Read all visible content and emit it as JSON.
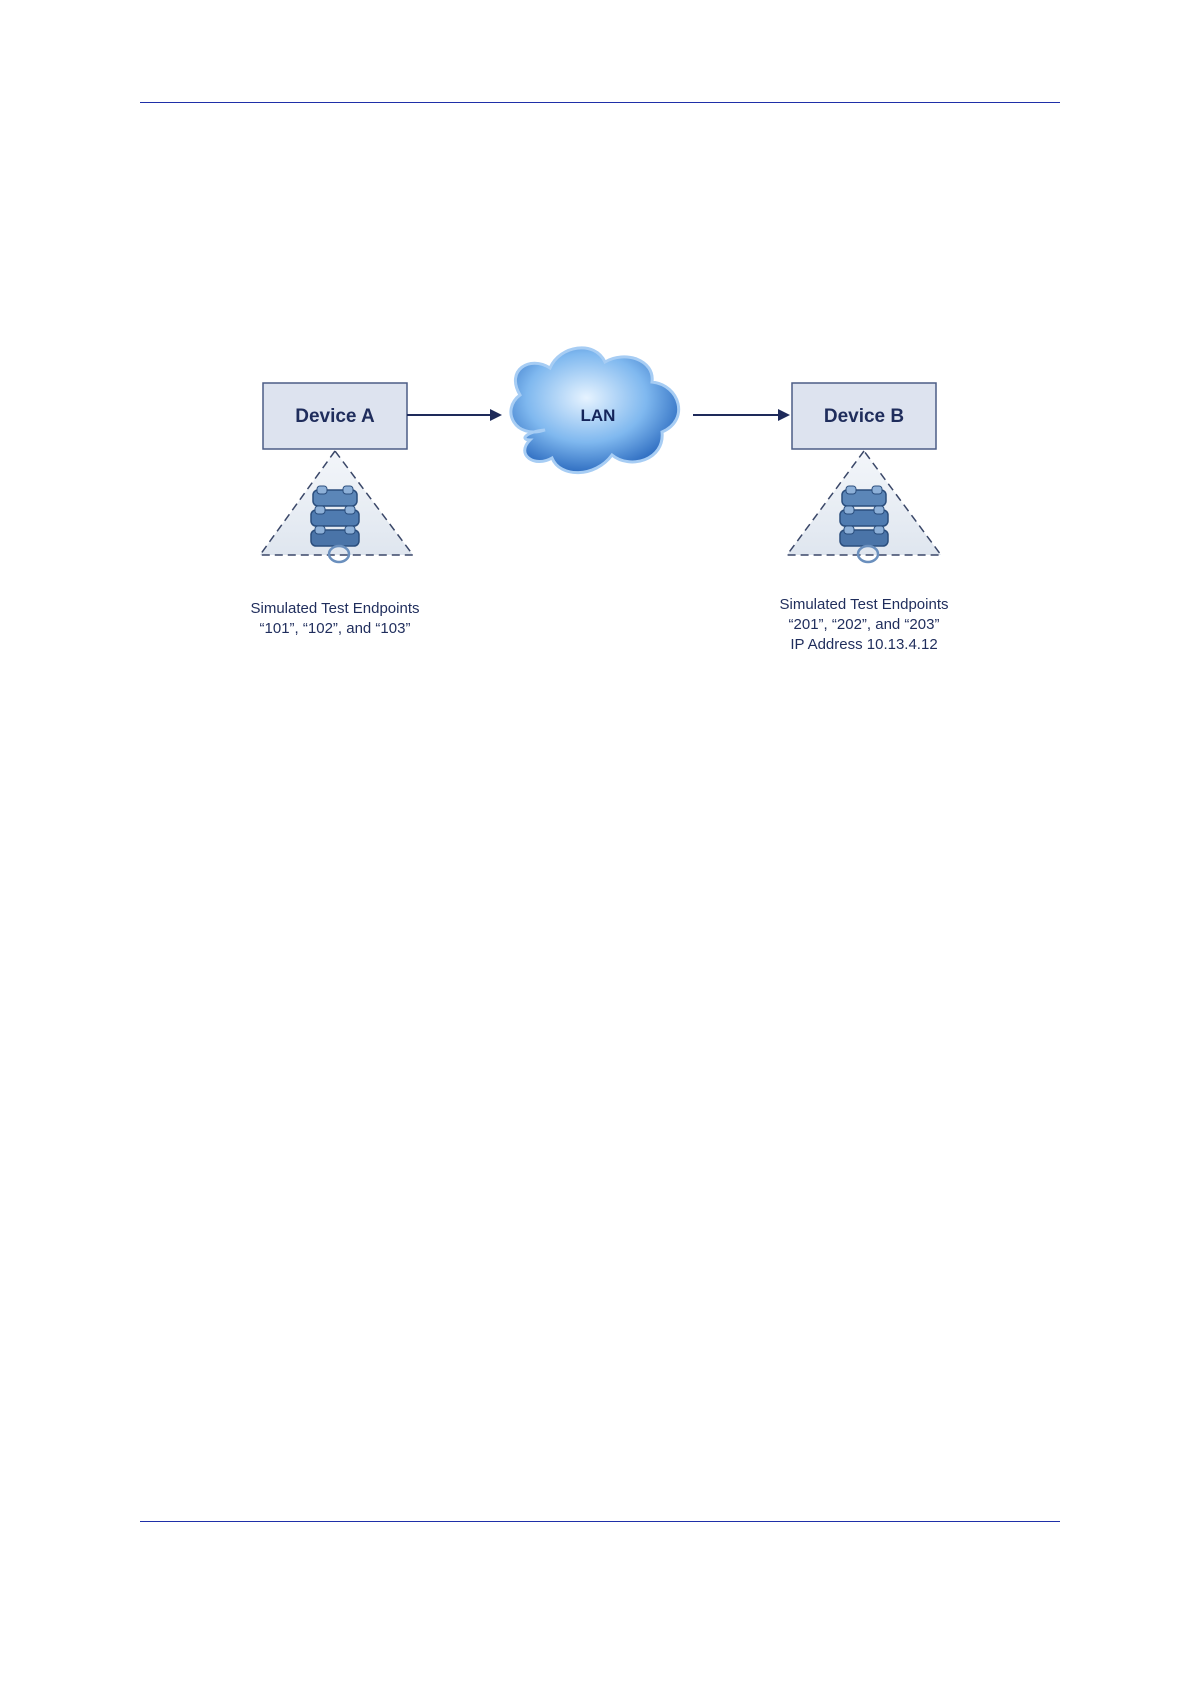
{
  "diagram": {
    "device_a": {
      "label": "Device A"
    },
    "device_b": {
      "label": "Device B"
    },
    "network": {
      "label": "LAN"
    },
    "endpoints_a": {
      "line1": "Simulated Test Endpoints",
      "line2": "“101”, “102”, and “103”"
    },
    "endpoints_b": {
      "line1": "Simulated Test Endpoints",
      "line2": "“201”, “202”, and “203”",
      "line3": "IP Address 10.13.4.12"
    },
    "icons": [
      "phone-stack-icon",
      "cloud-icon",
      "arrow-icon"
    ],
    "colors": {
      "rule": "#1f2fa8",
      "box_fill": "#dde3ef",
      "box_border": "#4c5d86",
      "text": "#1f2d5c",
      "cloud": "#3a7fd0",
      "arrow": "#1e2a5a"
    }
  }
}
